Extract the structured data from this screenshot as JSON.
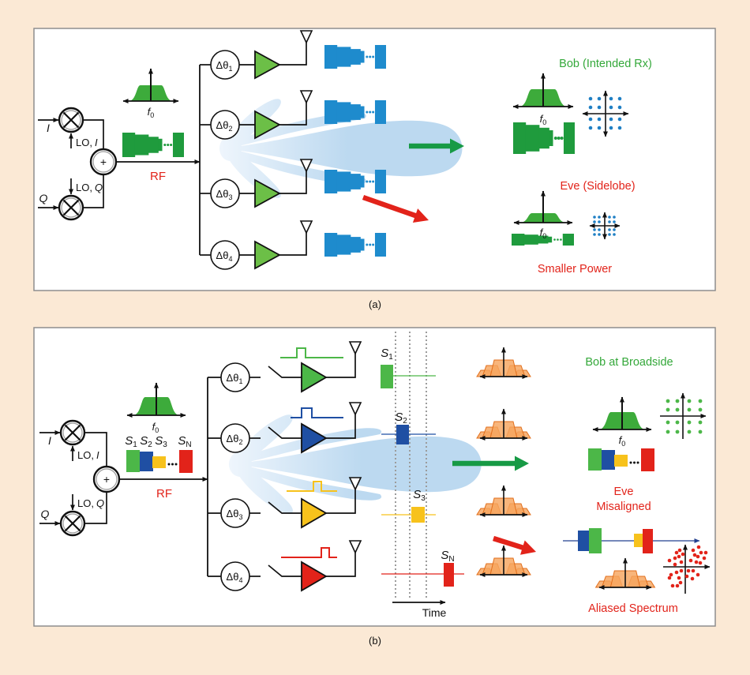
{
  "colors": {
    "background": "#fbe9d5",
    "panel": "#ffffff",
    "panel_border": "#8e8e8e",
    "ink": "#111111",
    "waveform_green": "#1f9b3d",
    "spectrum_green": "#3dab3b",
    "amp_green": "#6cbf47",
    "arrow_green": "#179a45",
    "waveform_blue": "#1e8bcd",
    "qam_blue": "#1f7fc4",
    "red": "#e2231a",
    "label_green": "#34a83a",
    "symbol_green": "#4cb748",
    "symbol_blue": "#1f4fa3",
    "symbol_yellow": "#f7c21c",
    "symbol_red": "#e2231a",
    "orange_fill": "#f7a55e",
    "orange_edge": "#e26f1c",
    "dotted_grid": "#9c9c9c",
    "time_axis_blue": "#23408f"
  },
  "panel_a": {
    "caption": "(a)",
    "iq_modulator": {
      "i_input": "I",
      "q_input": "Q",
      "lo_i": {
        "prefix": "LO,",
        "var": "I"
      },
      "lo_q": {
        "prefix": "LO,",
        "var": "Q"
      },
      "adder_symbol": "+"
    },
    "rf_label": "RF",
    "tx_spectrum_label": {
      "base": "f",
      "sub": "0"
    },
    "phase_shifters": [
      {
        "symbol": "Δθ",
        "sub": "1"
      },
      {
        "symbol": "Δθ",
        "sub": "2"
      },
      {
        "symbol": "Δθ",
        "sub": "3"
      },
      {
        "symbol": "Δθ",
        "sub": "4"
      }
    ],
    "bob": {
      "title": "Bob (Intended Rx)",
      "spectrum_label": {
        "base": "f",
        "sub": "0"
      }
    },
    "eve": {
      "title": "Eve (Sidelobe)",
      "spectrum_label": {
        "base": "f",
        "sub": "0"
      },
      "note": "Smaller Power"
    }
  },
  "panel_b": {
    "caption": "(b)",
    "iq_modulator": {
      "i_input": "I",
      "q_input": "Q",
      "lo_i": {
        "prefix": "LO,",
        "var": "I"
      },
      "lo_q": {
        "prefix": "LO,",
        "var": "Q"
      },
      "adder_symbol": "+"
    },
    "rf_label": "RF",
    "tx_spectrum_label": {
      "base": "f",
      "sub": "0"
    },
    "symbols": [
      {
        "base": "S",
        "sub": "1"
      },
      {
        "base": "S",
        "sub": "2"
      },
      {
        "base": "S",
        "sub": "3"
      },
      {
        "base": "S",
        "sub": "N"
      }
    ],
    "phase_shifters": [
      {
        "symbol": "Δθ",
        "sub": "1"
      },
      {
        "symbol": "Δθ",
        "sub": "2"
      },
      {
        "symbol": "Δθ",
        "sub": "3"
      },
      {
        "symbol": "Δθ",
        "sub": "4"
      }
    ],
    "time_slots": [
      {
        "base": "S",
        "sub": "1"
      },
      {
        "base": "S",
        "sub": "2"
      },
      {
        "base": "S",
        "sub": "3"
      },
      {
        "base": "S",
        "sub": "N"
      }
    ],
    "time_axis_label": "Time",
    "bob": {
      "title": "Bob at Broadside",
      "spectrum_label": {
        "base": "f",
        "sub": "0"
      }
    },
    "eve": {
      "title_line1": "Eve",
      "title_line2": "Misaligned",
      "note": "Aliased Spectrum"
    }
  }
}
